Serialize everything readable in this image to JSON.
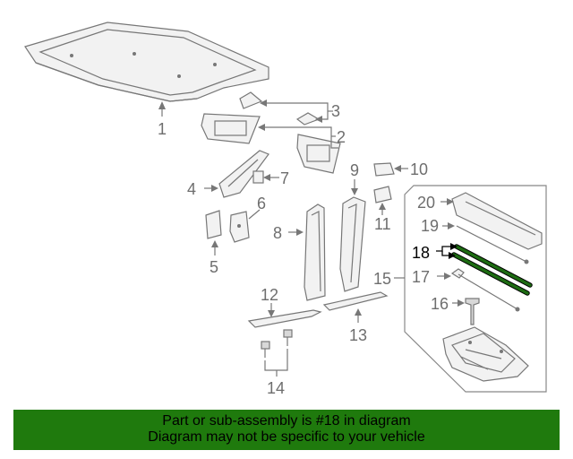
{
  "callouts": {
    "c1": "1",
    "c2": "2",
    "c3": "3",
    "c4": "4",
    "c5": "5",
    "c6": "6",
    "c7": "7",
    "c8": "8",
    "c9": "9",
    "c10": "10",
    "c11": "11",
    "c12": "12",
    "c13": "13",
    "c14": "14",
    "c15": "15",
    "c16": "16",
    "c17": "17",
    "c18": "18",
    "c19": "19",
    "c20": "20"
  },
  "highlight_part": "18",
  "colors": {
    "banner": "#1f7a0d",
    "highlight_rod": "#1d6b12",
    "callout_gray": "#6e6e6e"
  },
  "banner": {
    "line1": "Part or sub-assembly is #18 in diagram",
    "line2": "Diagram may not be specific to your vehicle"
  }
}
